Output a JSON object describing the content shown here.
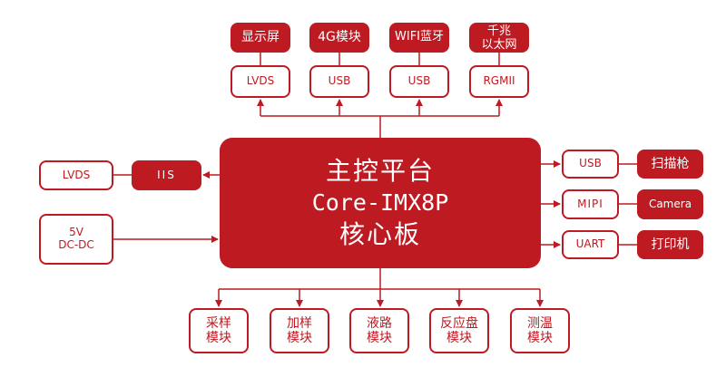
{
  "diagram": {
    "colors": {
      "accent": "#be1a21",
      "background": "#ffffff"
    },
    "core": {
      "line1": "主控平台",
      "line2": "Core-IMX8P",
      "line3": "核心板"
    },
    "top": [
      {
        "device": "显示屏",
        "interface": "LVDS"
      },
      {
        "device": "4G模块",
        "interface": "USB"
      },
      {
        "device": "WIFI蓝牙",
        "interface": "USB"
      },
      {
        "device": "千兆\n以太网",
        "interface": "RGMII"
      }
    ],
    "left": [
      {
        "interface": "IIS",
        "device": "LVDS",
        "direction": "output"
      },
      {
        "device": "5V\nDC-DC",
        "direction": "input"
      }
    ],
    "right": [
      {
        "interface": "USB",
        "device": "扫描枪"
      },
      {
        "interface": "MIPI",
        "device": "Camera"
      },
      {
        "interface": "UART",
        "device": "打印机"
      }
    ],
    "bottom": [
      {
        "label": "采样\n模块"
      },
      {
        "label": "加样\n模块"
      },
      {
        "label": "液路\n模块"
      },
      {
        "label": "反应盘\n模块"
      },
      {
        "label": "测温\n模块"
      }
    ]
  }
}
